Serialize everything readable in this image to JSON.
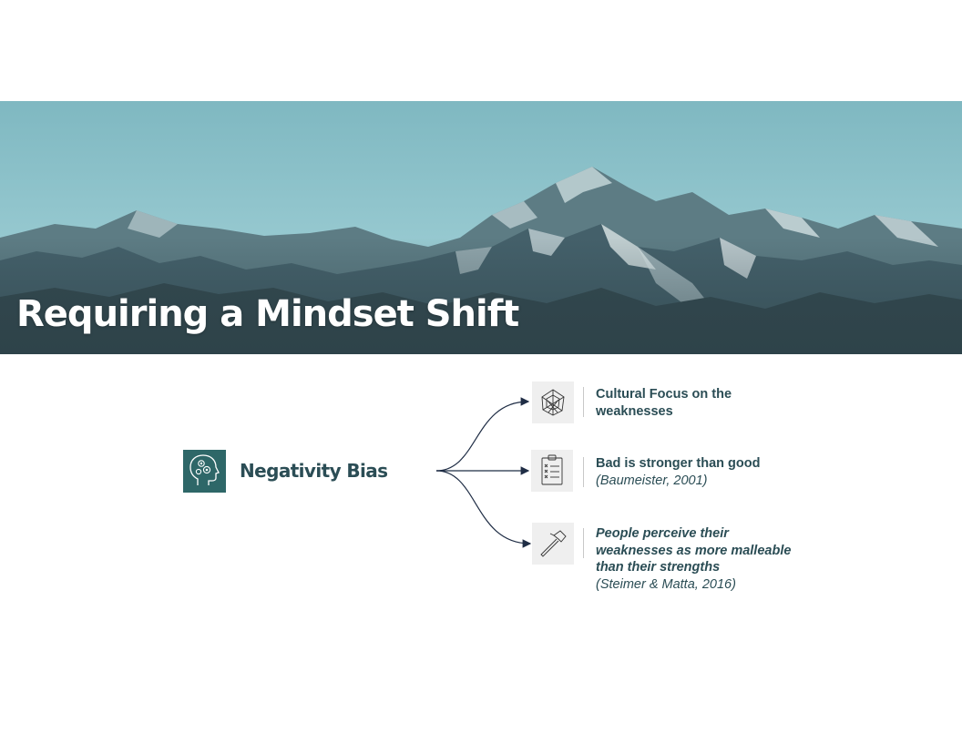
{
  "title": "Requiring a Mindset Shift",
  "center": {
    "label": "Negativity Bias",
    "icon": "head-gears-icon"
  },
  "items": [
    {
      "icon": "web-icon",
      "head_lines": [
        "Cultural Focus on the",
        "weaknesses"
      ],
      "cite": ""
    },
    {
      "icon": "clipboard-icon",
      "head_lines": [
        "Bad is stronger than good"
      ],
      "cite": "(Baumeister, 2001)"
    },
    {
      "icon": "hammer-icon",
      "head_lines": [
        "People perceive their",
        "weaknesses as more malleable",
        "than their strengths"
      ],
      "cite": "(Steimer & Matta, 2016)"
    }
  ],
  "colors": {
    "teal": "#2e6768",
    "text": "#2b4d55",
    "sky": "#8ec3cc",
    "arrow": "#1f2d45"
  }
}
